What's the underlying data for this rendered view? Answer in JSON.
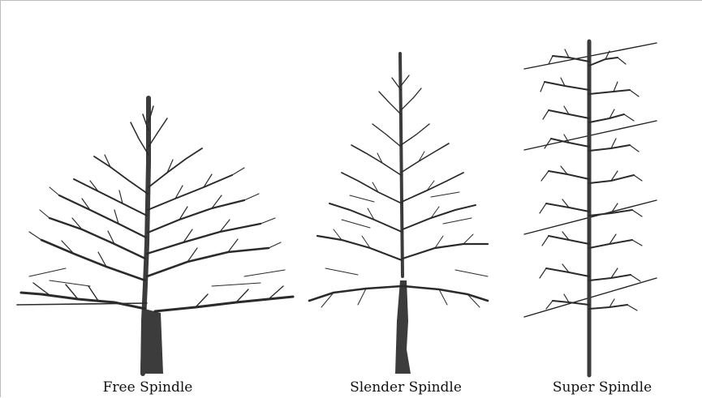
{
  "figure": {
    "captions": {
      "free": "Free Spindle",
      "slender": "Slender Spindle",
      "super": "Super Spindle"
    },
    "colors": {
      "trunk": "#3c3c3c",
      "branch": "#2b2b2b",
      "wire": "#222222",
      "frame": "#bdbdbd"
    }
  }
}
